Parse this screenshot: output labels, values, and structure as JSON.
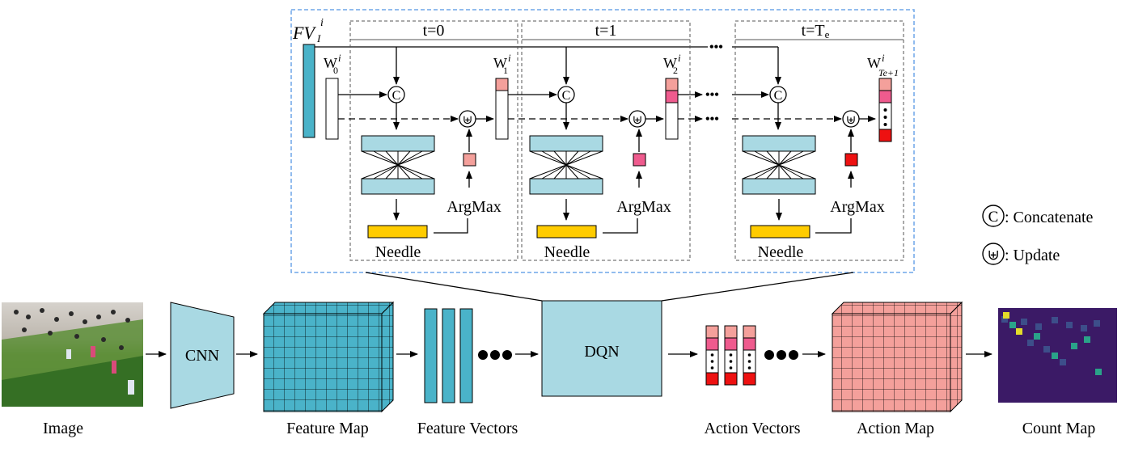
{
  "pipeline": {
    "image_label": "Image",
    "cnn_label": "CNN",
    "feature_map_label": "Feature Map",
    "feature_vectors_label": "Feature Vectors",
    "dqn_label": "DQN",
    "action_vectors_label": "Action Vectors",
    "action_map_label": "Action Map",
    "count_map_label": "Count Map"
  },
  "detail": {
    "fv_label": "FV",
    "fv_sup": "i",
    "fv_sub": "I",
    "steps": [
      {
        "title": "t=0",
        "w_in": "W",
        "w_in_sub": "0",
        "w_out": "W",
        "w_out_sub": "1",
        "needle": "Needle",
        "argmax": "ArgMax"
      },
      {
        "title": "t=1",
        "w_in": "",
        "w_in_sub": "",
        "w_out": "W",
        "w_out_sub": "2",
        "needle": "Needle",
        "argmax": "ArgMax"
      },
      {
        "title": "t=T",
        "title_sub": "e",
        "w_out": "W",
        "w_out_sub": "Te+1",
        "needle": "Needle",
        "argmax": "ArgMax"
      }
    ],
    "w_sup": "i",
    "dots": "•••"
  },
  "legend": {
    "concat_symbol": "C",
    "concat_label": ": Concatenate",
    "update_symbol": "⊎",
    "update_label": ": Update"
  },
  "colors": {
    "light_blue": "#a9d9e3",
    "teal": "#4ab3c9",
    "salmon": "#f4a09b",
    "pink": "#ef5b8e",
    "red": "#ee1111",
    "yellow": "#ffcc00",
    "dashed_blue": "#6ea6e8"
  }
}
